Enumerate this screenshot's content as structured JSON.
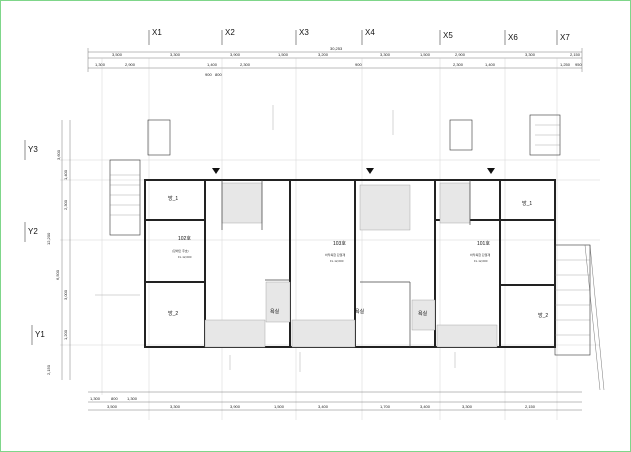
{
  "grid_axes": {
    "x": [
      "X1",
      "X2",
      "X3",
      "X4",
      "X5",
      "X6",
      "X7"
    ],
    "y": [
      "Y3",
      "Y2",
      "Y1"
    ]
  },
  "dimensions": {
    "overall_top": "30,253",
    "top_row": [
      "3,500",
      "3,300",
      "3,900",
      "1,500",
      "3,200",
      "3,300",
      "1,500",
      "2,900",
      "3,300",
      "2,150"
    ],
    "top_sub_row": [
      "1,300",
      "2,900",
      "1,400",
      "2,300",
      "900",
      "800",
      "900",
      "2,300",
      "1,400",
      "1,250",
      "950"
    ],
    "bottom_row": [
      "3,500",
      "3,300",
      "3,900",
      "1,500",
      "3,400",
      "1,700",
      "3,400",
      "3,300",
      "2,150"
    ],
    "bottom_sub_row": [
      "1,300",
      "800",
      "1,300"
    ],
    "left_col": [
      "3,600",
      "1,400",
      "2,300",
      "12,200",
      "6,500",
      "3,000",
      "1,200",
      "2,150"
    ]
  },
  "rooms": [
    {
      "id": "room_1_left",
      "label": "방_1"
    },
    {
      "id": "living_102",
      "label": "102호",
      "sub": "(장애인 주호)",
      "level": "FL 12,000"
    },
    {
      "id": "room_2_left",
      "label": "방_2"
    },
    {
      "id": "bath_left",
      "label": "욕실"
    },
    {
      "id": "living_103",
      "label": "103호",
      "sub": "바닥복합 단열재",
      "level": "FL 12,000"
    },
    {
      "id": "bath_mid",
      "label": "욕실"
    },
    {
      "id": "bath_right",
      "label": "욕실"
    },
    {
      "id": "living_101",
      "label": "101호",
      "sub": "바닥복합 단열재",
      "level": "FL 12,000"
    },
    {
      "id": "room_1_right",
      "label": "방_1"
    },
    {
      "id": "room_2_right",
      "label": "방_2"
    }
  ],
  "symbol_colors": {
    "wall": "#222222",
    "hatch": "#9a9a9a",
    "frame": "#7fd68a"
  }
}
